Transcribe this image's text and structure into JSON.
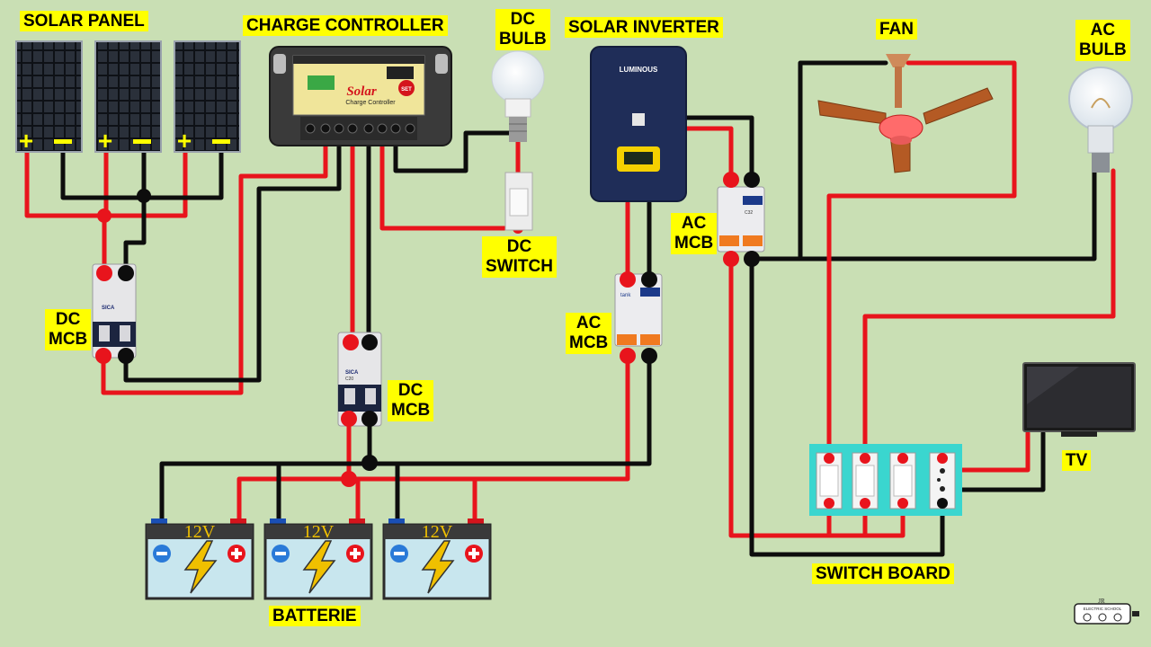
{
  "labels": {
    "solar_panel": "SOLAR PANEL",
    "charge_controller": "CHARGE CONTROLLER",
    "dc_bulb_1": "DC",
    "dc_bulb_2": "BULB",
    "solar_inverter": "SOLAR INVERTER",
    "fan": "FAN",
    "ac_bulb_1": "AC",
    "ac_bulb_2": "BULB",
    "dc_switch_1": "DC",
    "dc_switch_2": "SWITCH",
    "ac_mcb_top_1": "AC",
    "ac_mcb_top_2": "MCB",
    "ac_mcb_mid_1": "AC",
    "ac_mcb_mid_2": "MCB",
    "dc_mcb_left_1": "DC",
    "dc_mcb_left_2": "MCB",
    "dc_mcb_center_1": "DC",
    "dc_mcb_center_2": "MCB",
    "tv": "TV",
    "switch_board": "SWITCH BOARD",
    "batterie": "BATTERIE"
  },
  "device_text": {
    "battery_voltage": "12V",
    "inverter_brand": "LUMINOUS",
    "controller_brand": "Solar",
    "controller_subtitle": "Charge Controller",
    "controller_set": "SET",
    "mcb_brand": "SICA",
    "mcb_rating": "C20",
    "ac_mcb_brand": "tank",
    "ac_mcb_rating": "C32",
    "logo_text": "ELECTRIC SCHOOL",
    "logo_initials": "JR"
  },
  "colors": {
    "background": "#c9dfb4",
    "positive_wire": "#e8141c",
    "negative_wire": "#0d0d0d",
    "label_bg": "#ffff00",
    "inverter_body": "#1f2d58",
    "switch_board": "#3ad6cf",
    "battery_body": "#c8e6ee"
  },
  "icons": {
    "panel_plus": "plus-icon",
    "panel_minus": "minus-icon",
    "battery_bolt": "lightning-bolt-icon"
  }
}
